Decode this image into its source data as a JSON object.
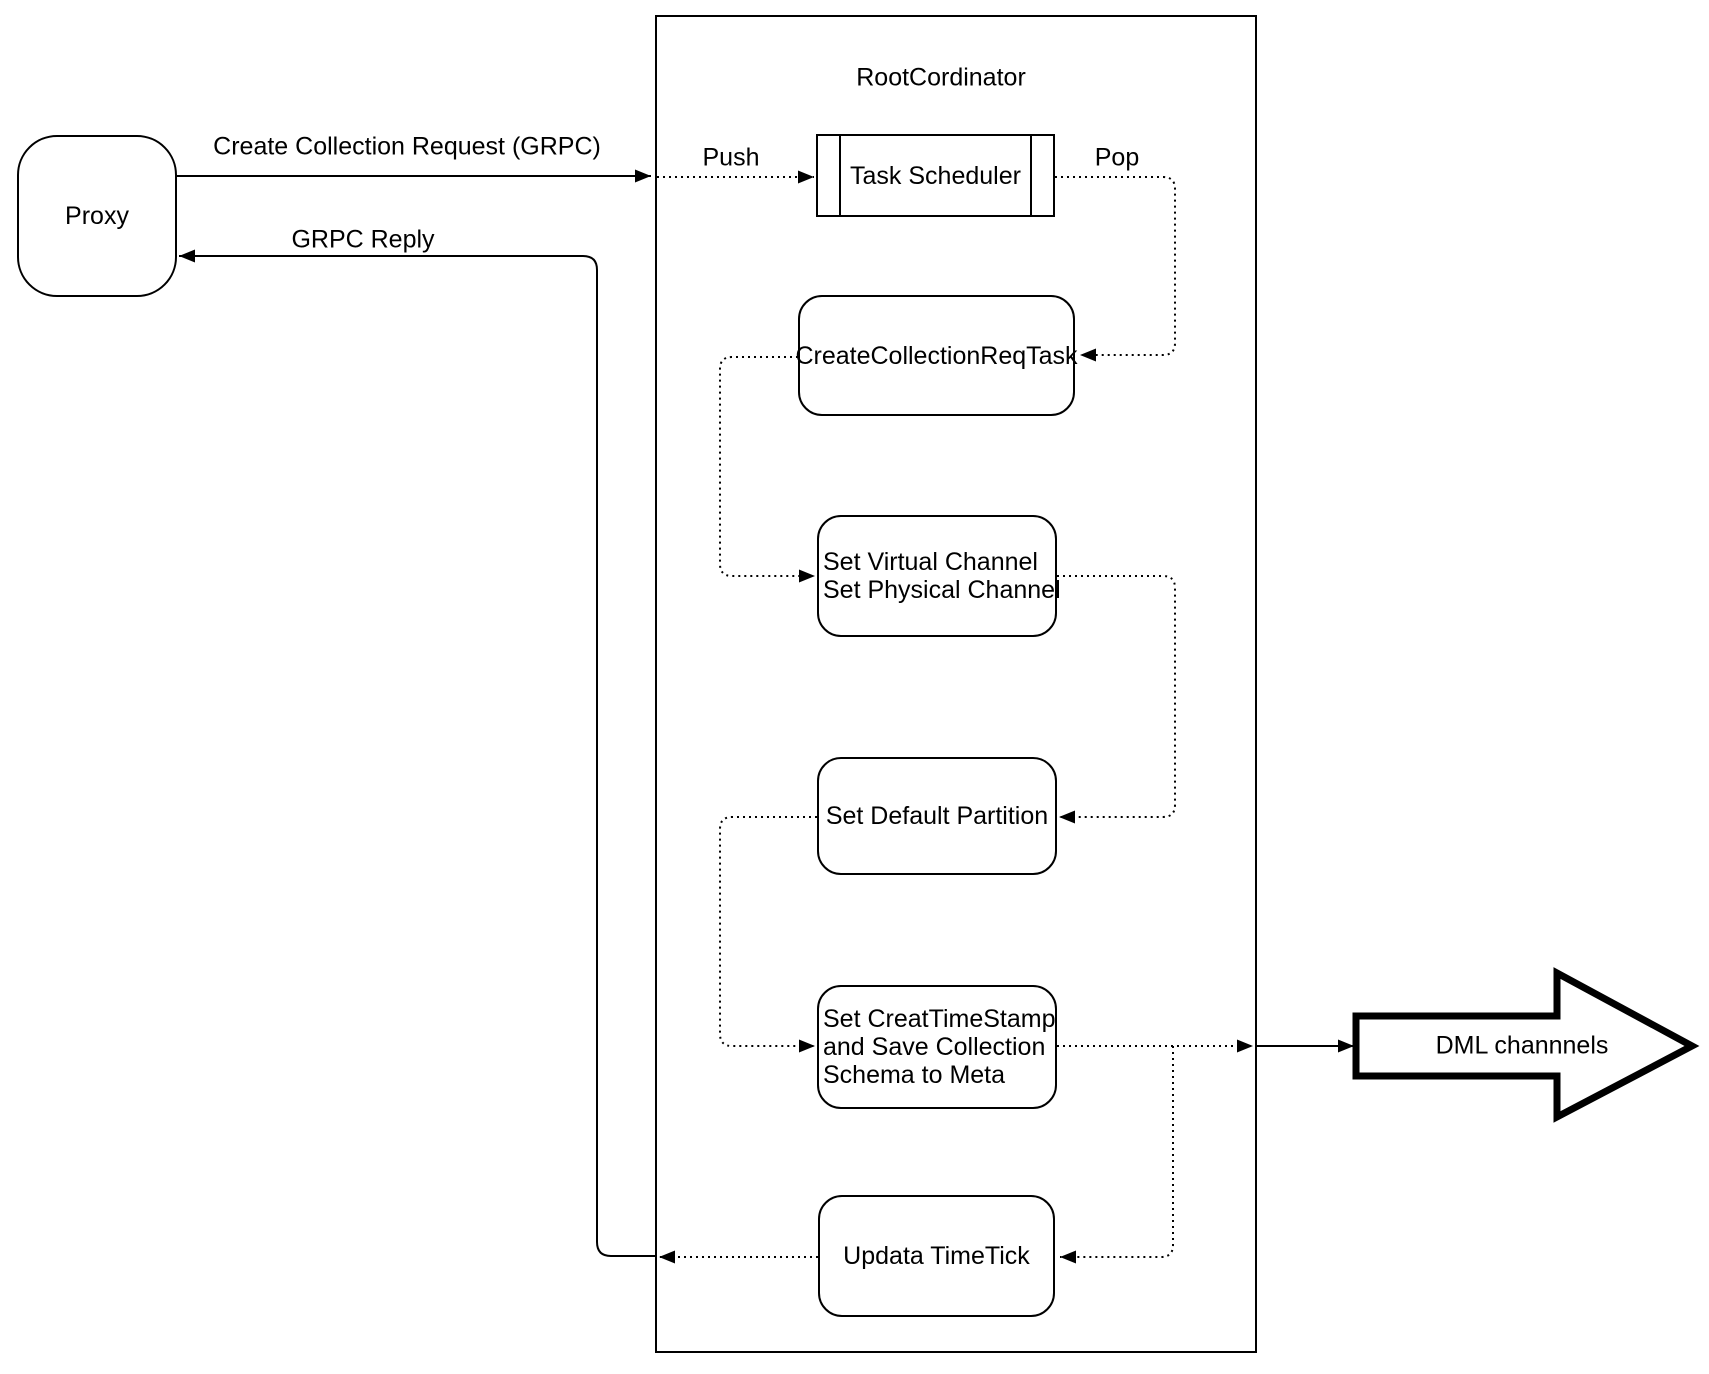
{
  "diagram": {
    "container": {
      "title": "RootCordinator"
    },
    "nodes": {
      "proxy": {
        "label": "Proxy"
      },
      "task_scheduler": {
        "label": "Task Scheduler"
      },
      "create_collection_req_task": {
        "label": "CreateCollectionReqTask"
      },
      "set_virtual_channel": {
        "lines": [
          "Set Virtual Channel",
          "Set Physical Channel"
        ]
      },
      "set_default_partition": {
        "label": "Set Default Partition"
      },
      "set_creat_timestamp": {
        "lines": [
          "Set CreatTimeStamp",
          "and Save Collection",
          "Schema to Meta"
        ]
      },
      "updata_timetick": {
        "label": "Updata TimeTick"
      },
      "dml_channels": {
        "label": "DML channnels"
      }
    },
    "edge_labels": {
      "create_collection_request": "Create Collection Request (GRPC)",
      "grpc_reply": "GRPC Reply",
      "push": "Push",
      "pop": "Pop"
    },
    "edges": [
      {
        "from": "proxy",
        "to": "root_cordinator",
        "label": "Create Collection Request (GRPC)",
        "style": "solid"
      },
      {
        "from": "root_cordinator_border",
        "to": "task_scheduler",
        "label": "Push",
        "style": "dotted"
      },
      {
        "from": "task_scheduler",
        "to": "create_collection_req_task",
        "label": "Pop",
        "style": "dotted"
      },
      {
        "from": "create_collection_req_task",
        "to": "set_virtual_channel",
        "label": "",
        "style": "dotted"
      },
      {
        "from": "set_virtual_channel",
        "to": "set_default_partition",
        "label": "",
        "style": "dotted"
      },
      {
        "from": "set_default_partition",
        "to": "set_creat_timestamp",
        "label": "",
        "style": "dotted"
      },
      {
        "from": "set_creat_timestamp",
        "to": "dml_channels",
        "label": "",
        "style": "dotted-then-solid"
      },
      {
        "from": "set_creat_timestamp",
        "to": "updata_timetick",
        "label": "",
        "style": "dotted"
      },
      {
        "from": "updata_timetick",
        "to": "proxy",
        "label": "GRPC Reply",
        "style": "dotted-then-solid"
      }
    ],
    "colors": {
      "stroke": "#000000",
      "background": "#ffffff",
      "fill": "#ffffff"
    }
  }
}
